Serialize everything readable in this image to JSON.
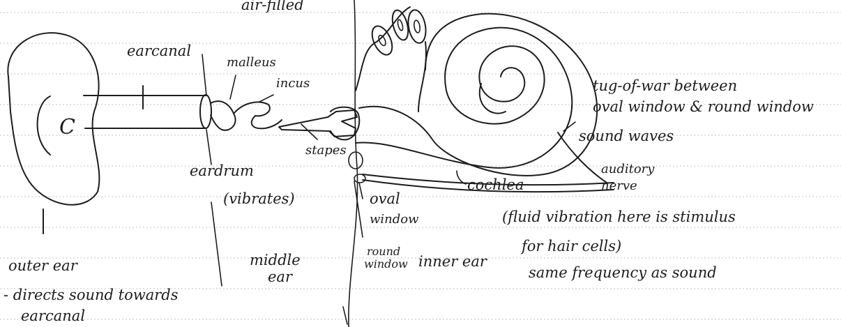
{
  "labels": {
    "air_filled": "air-filled",
    "ear_canal": "earcanal",
    "malleus": "malleus",
    "incus": "incus",
    "stapes": "stapes",
    "eardrum": "eardrum",
    "vibrates": "(vibrates)",
    "oval_window": [
      "oval",
      "window"
    ],
    "round_window": [
      "round",
      "window"
    ],
    "cochlea": "cochlea",
    "auditory_nerve": [
      "auditory",
      "nerve"
    ],
    "tug_of_war": [
      "tug-of-war between",
      "oval window & round window",
      "sound waves"
    ],
    "fluid_note": [
      "(fluid vibration here is stimulus",
      "for hair cells)",
      "same frequency as sound"
    ],
    "outer_ear": "outer ear",
    "outer_ear_note": [
      "- directs sound towards",
      "earcanal"
    ],
    "middle_ear": [
      "middle",
      "ear"
    ],
    "inner_ear": "inner ear",
    "outer_ear_glyph": "C"
  }
}
